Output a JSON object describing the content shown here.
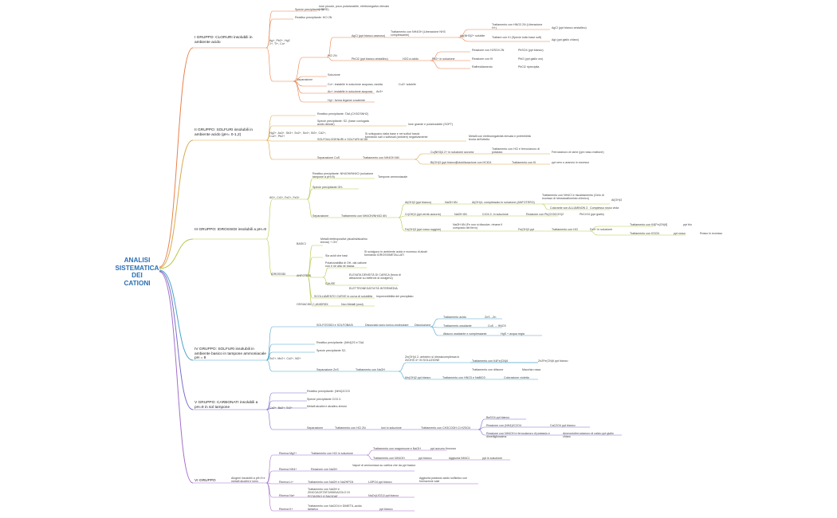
{
  "root": {
    "line1": "ANALISI",
    "line2": "SISTEMATICA DEI",
    "line3": "CATIONI"
  },
  "colors": {
    "g1": "#e8814a",
    "g2": "#d9a84a",
    "g3": "#b8c94a",
    "g4": "#4aa3c9",
    "g5": "#7a6fc9",
    "g6": "#a36fc9",
    "root": "#2a6fb3"
  },
  "g1": {
    "title": "I GRUPPO: CLORURI insolubili in ambiente acido",
    "ions": "Ag+, Pb2+, Hg2 2+, Tl+, Cu+",
    "n1": "Specie precipitante: Cl-",
    "n1a": "Ione piccolo, poco polarizzabile, elettronegativo elevato (HARD)",
    "n2": "Reattivo precipitante: HCl 2N",
    "sep": "Separazione",
    "hcl": "HCl 2N",
    "agcl": "AgCl (ppt bianco caseoso)",
    "agcl_a": "Trattamento con NH4OH (Liberazione NH3 complessante)",
    "agcl_b": "Ag(NH3)2+ solubile",
    "agcl_c": "Trattamento con HNO3 2N (Liberazione H+)",
    "agcl_c2": "AgCl (ppt bianco cristallino)",
    "agcl_d": "Trattare con KI (Specie iodio base soft)",
    "agcl_d2": "AgI (ppt giallo chiaro)",
    "pbcl": "PbCl2 (ppt bianco cristallino)",
    "pbcl_a": "H2O a caldo",
    "pbcl_b": "Pb2+ in soluzione",
    "pbcl_c": "Reazione con H2SO4 2N",
    "pbcl_c2": "PbSO4 (ppt bianco)",
    "pbcl_d": "Reazione con KI",
    "pbcl_d2": "PbI2 (ppt giallo oro)",
    "pbcl_e": "Raffreddamento",
    "pbcl_e2": "PbCl2 riprecipita",
    "sol": "Soluzione",
    "cu": "Cu+: instabile in soluzione acquosa, ossida",
    "cu2": "Cu2+ solubile",
    "au": "Au+: instabile in soluzione acquosa",
    "au2": "Au3+",
    "hg": "Hg+: forma legame covalente"
  },
  "g2": {
    "title": "II GRUPPO: SOLFURI insolubili in ambiente acido  (pH= 0-1,2)",
    "ions": "Hg2+, As3+, Sb3+, Sn2+, Sn4+, Bi3+, Cd2+, Cu2+, Pb2+",
    "n1": "Reattivo precipitante: TAA (CH3CSNH2)",
    "n2": "Specie precipitante: S2- (base coniugata acido debole)",
    "n2a": "Ione grande e polarizzabile (SOFT)",
    "n3": "SOLFOALOGENURI e SOLFURI ACIDI",
    "n3a": "Si sviluppano dalla base e nei solfuri basici formando sali o solfosali (anfoteri) negativamente",
    "n3b": "Metalli con elettronegatività elevata e preferibilità teoria dell'ottetto",
    "sep": "Separazione CuS",
    "sep_a": "Trattamento con NH4OH 6M",
    "a1": "Cu(NH3)4 2+ in soluzione azzurra",
    "a1b": "Trattamento con HCl e ferrocianuro di potassio",
    "a1c": "Ferrocianuro di rame (ppt rosso mattone)",
    "a2": "Bi(OH)3 (ppt bianco)",
    "a2b": "Solubilizzazione con HClO4",
    "a2c": "Trattamento con KI",
    "a2d": "ppt nero o arancio in eccesso"
  },
  "g3": {
    "title": "III GRUPPO: IDROSSIDI insolubili a pH=9",
    "ions": "Al3+, Cr3+, Fe2+, Fe3+",
    "n1": "Reattivo precipitante: NH4OH/NH4Cl (soluzione tampone a pH=9)",
    "n1a": "Tampone ammoniacale",
    "n2": "Specie precipitante OH-",
    "sep": "Separazione",
    "sep_a": "Trattamento con NH4OH/NH4Cl 6N",
    "b1": "Al(OH)3 (ppt bianco)",
    "b1a": "NaOH 6N",
    "b1b": "Al(OH)4- complessato in soluzione (ANFOTERO)",
    "b1c": "Trattamento con NH4Cl e riscaldamento (Gelo di eccesso di idrossioalluminio chimico)",
    "b1d": "Al(OH)3",
    "b1e": "Colorante con ALLUMINON 3",
    "b1f": "Complesso rosso viola",
    "b2": "Cr(OH)3 (ppt verde-azzurro)",
    "b2a": "NaOH 6N",
    "b2b": "CrO4 2- in soluzione",
    "b2c": "Reazione con Pb(CH3COO)2",
    "b2d": "PbCrO4 (ppt giallo)",
    "b3": "Fe(OH)3 (ppt rosso ruggine)",
    "b3a": "NaOH 6N (Fe non si dissolve, rimane il composto del ferro)",
    "b3b": "Fe(OH)3 ppt",
    "b3c": "Trattamento con HCl",
    "b3d": "Fe3+ in soluzione",
    "b3e": "Trattamento con K4[Fe(CN)6]",
    "b3f": "ppt blu",
    "b3g": "Trattamento con KSCN",
    "b3h": "ppt rosso",
    "b3i": "Rosso in eccesso",
    "i1": "IDROSSIDI",
    "i1a": "BASICI",
    "i1b": "Metalli elettropositivi (alcalini/alcalino terrosi) + OH",
    "i2": "Sia acidi che basi",
    "i2a": "Si sciolgono in ambiente acido e eccesso di alcali formando IDROSSIMETALLATI",
    "i3": "ANFOTERI",
    "i3a": "Polarizzabilità di OH- dal catione non è né alta né bassa",
    "i3b": "ELEVATA DENSITÀ DI CARICA (forza di attrazione su elettroni di ossigeno)",
    "i3c": "ELETTRONEGATIVITÀ INTERMEDIA",
    "i4": "CAUSE",
    "i5": "SCOLLAMENTO CURVE in curva di solubilità",
    "i5a": "Imprevedibilità del precipitato",
    "i6": "OSSIACIDI: C,ANIDRIDI",
    "i6a": "Non Metalli (ossi)"
  },
  "g4": {
    "title": "IV GRUPPO: SOLFURI insolubili in ambiente basico in tampone ammoniacale pH = 9",
    "ions": "Zn2+, Mn2+, Co2+, Ni2+",
    "n1": "SOLFOSSIDI e SOLFOBASI",
    "n1a": "Dissociato sono ionico-molecolare",
    "n1b": "Dissoluzione",
    "n1c": "Trattamento acido",
    "n1c2": "ZnS→Zn",
    "n1d": "Trattamento ossidante",
    "n1d2": "CuS → HNO3",
    "n1e": "Attacco ossidante e complessante",
    "n1e2": "HgS + acqua regia",
    "n2": "Reattivo precipitante: (NH4)2S e TAA",
    "n3": "Specie precipitante S2-",
    "sep": "Separazione ZnS",
    "sep_a": "Trattamento con NaOH",
    "c1": "Zn(OH)4 2- anfotero si idrossicomplessa in ZnOHS 4+ IN SOLUZIONE",
    "c1a": "Trattamento con K4Fe(CN)6",
    "c1b": "Zn2Fe(CN)6 ppt bianco",
    "c1c": "Trattamento con ditizone",
    "c1d": "Macchia rossa",
    "c2": "Mn(OH)2 ppt bianco",
    "c2a": "Trattamento con HNO3 e NaBiO3",
    "c2b": "Colorazione violetta"
  },
  "g5": {
    "title": "V GRUPPO: CARBONATI insolubili a pH=9 in sol tampone",
    "ions": "Ca2+, Ba2+, Sr2+",
    "n1": "Reattivo precipitante: (NH4)2CO3",
    "n2": "Specie precipitante CO3 2-",
    "n3": "Metalli alcalini e alcalino-terrosi",
    "sep": "Separazione",
    "sep_a": "Trattamento con HCl 2N",
    "sep_b": "Ioni in soluzione",
    "sep_c": "Trattamento con CH3COOH  Ci H2SO4",
    "d1": "BaSO4 ppt bianco",
    "d2": "Reazione con (NH4)2C2O4",
    "d2a": "CaC2O4 ppt bianco",
    "d3": "Reazione con NH4OH e ferrocianuro di potassio e dimetilgliossima",
    "d3a": "Ammonioferrocianuro di calcio ppt giallo chiaro"
  },
  "g6": {
    "title": "VI GRUPPO",
    "ions": "Alogeni insolubili a pH=9 e metalli alcalini e ionio",
    "mg": "Ricerca Mg2+",
    "mg_a": "Trattamento con HCl in soluzione",
    "mg_b": "Trattamento con magnesone e NaOH",
    "mg_b2": "ppt azzurro fioccoso",
    "mg_c": "Trattamento con NH4OH",
    "mg_c2": "ppt bianco",
    "mg_c3": "Aggiunta NH4Cl",
    "mg_c4": "ppt in soluzione",
    "nh4": "Ricerca NH4+",
    "nh4_a": "Reazione con NaOH",
    "nh4_b": "Vapori di ammoniaca su cartina che da ppt basico",
    "li": "Ricerca Li+",
    "li_a": "Trattamento con NaOH e Na2HPO4",
    "li_b": "Li3PO4 ppt bianco",
    "li_c": "Aggiunta potassio acido solfidrico con formazione sale",
    "na": "Ricerca Na+",
    "na_a": "Trattamento con NaOH e ZINCOACETATO/IMIDAZOLO DI POTASSIO ICSACIDAT",
    "na_b": "NaZn(UO2)3 ppt bianco",
    "k": "Ricerca K+",
    "k_a": "Trattamento con NaClO4 e DIMETIL-acido tartarico",
    "k_b": "ppt bianco"
  }
}
